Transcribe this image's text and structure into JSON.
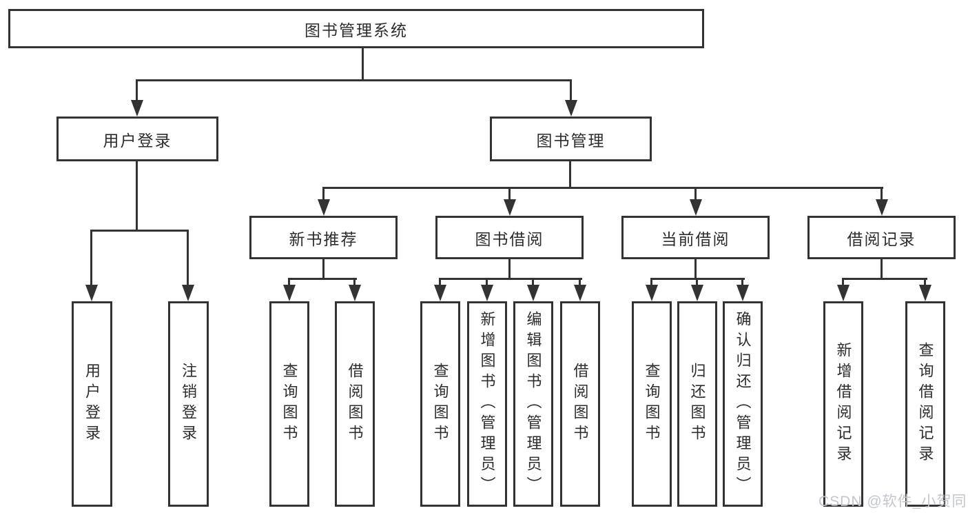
{
  "tree": {
    "root": {
      "label": "图书管理系统"
    },
    "branches": [
      {
        "label": "用户登录",
        "children": [
          {
            "label": "用户登录"
          },
          {
            "label": "注销登录"
          }
        ]
      },
      {
        "label": "图书管理",
        "children": [
          {
            "label": "新书推荐",
            "children": [
              {
                "label": "查询图书"
              },
              {
                "label": "借阅图书"
              }
            ]
          },
          {
            "label": "图书借阅",
            "children": [
              {
                "label": "查询图书"
              },
              {
                "label": "新增图书（管理员）"
              },
              {
                "label": "编辑图书（管理员）"
              },
              {
                "label": "借阅图书"
              }
            ]
          },
          {
            "label": "当前借阅",
            "children": [
              {
                "label": "查询图书"
              },
              {
                "label": "归还图书"
              },
              {
                "label": "确认归还（管理员）"
              }
            ]
          },
          {
            "label": "借阅记录",
            "children": [
              {
                "label": "新增借阅记录"
              },
              {
                "label": "查询借阅记录"
              }
            ]
          }
        ]
      }
    ]
  },
  "watermark": {
    "text": "CSDN @软件_小贺同学"
  },
  "colors": {
    "line": "#333333",
    "text": "#2d2d2d",
    "watermark": "#c3c6cc",
    "background": "#ffffff"
  }
}
